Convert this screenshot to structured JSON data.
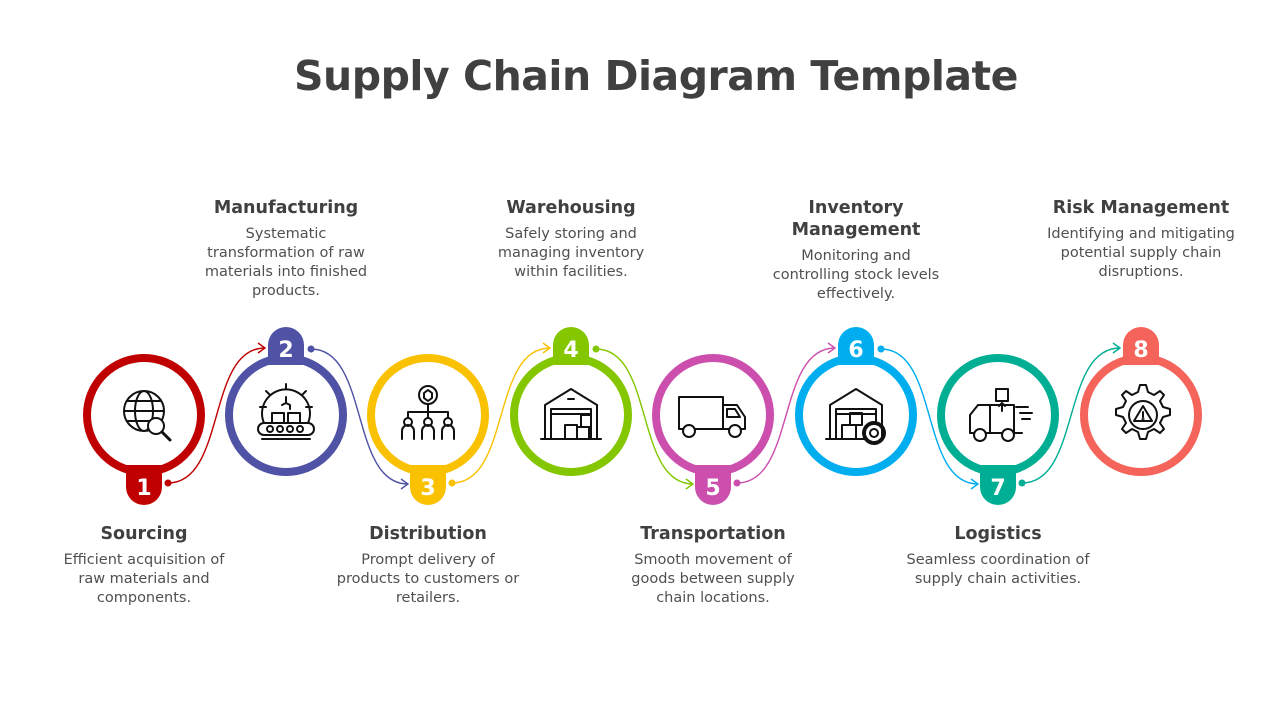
{
  "title": "Supply Chain Diagram Template",
  "steps": [
    {
      "number": "1",
      "title": "Sourcing",
      "description": "Efficient acquisition of raw materials and components.",
      "color": "#C00000",
      "icon": "globe-search-icon"
    },
    {
      "number": "2",
      "title": "Manufacturing",
      "description": "Systematic transformation of raw materials into finished products.",
      "color": "#4F52A5",
      "icon": "factory-conveyor-icon"
    },
    {
      "number": "3",
      "title": "Distribution",
      "description": "Prompt delivery of products to customers or retailers.",
      "color": "#F9C100",
      "icon": "distribution-network-icon"
    },
    {
      "number": "4",
      "title": "Warehousing",
      "description": "Safely storing and managing inventory within facilities.",
      "color": "#84C600",
      "icon": "warehouse-icon"
    },
    {
      "number": "5",
      "title": "Transportation",
      "description": "Smooth movement of goods between supply chain locations.",
      "color": "#CC4FAE",
      "icon": "truck-icon"
    },
    {
      "number": "6",
      "title": "Inventory Management",
      "description": "Monitoring and controlling stock levels effectively.",
      "color": "#00AEEF",
      "icon": "warehouse-gear-icon"
    },
    {
      "number": "7",
      "title": "Logistics",
      "description": "Seamless coordination of supply chain activities.",
      "color": "#00AE94",
      "icon": "delivery-truck-icon"
    },
    {
      "number": "8",
      "title": "Risk Management",
      "description": "Identifying and mitigating potential supply chain disruptions.",
      "color": "#F5645A",
      "icon": "gear-warning-icon"
    }
  ]
}
